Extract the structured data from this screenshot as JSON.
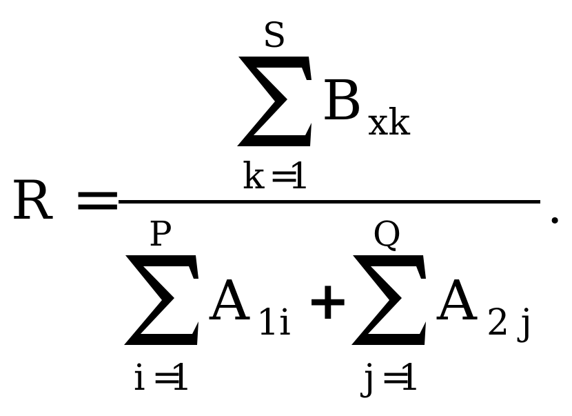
{
  "formula": {
    "lhs": "R",
    "equals": "=",
    "numerator": {
      "upper_limit": "S",
      "lower_index": "k",
      "lower_eq": "=",
      "lower_value": "1",
      "term": "B",
      "term_sub": "xk"
    },
    "denominator": {
      "sum1": {
        "upper_limit": "P",
        "lower_index": "i",
        "lower_eq": "=",
        "lower_value": "1",
        "term": "A",
        "term_sub": "1i"
      },
      "plus": "+",
      "sum2": {
        "upper_limit": "Q",
        "lower_index": "j",
        "lower_eq": "=",
        "lower_value": "1",
        "term": "A",
        "term_sub": "2 j"
      }
    },
    "period": "."
  }
}
